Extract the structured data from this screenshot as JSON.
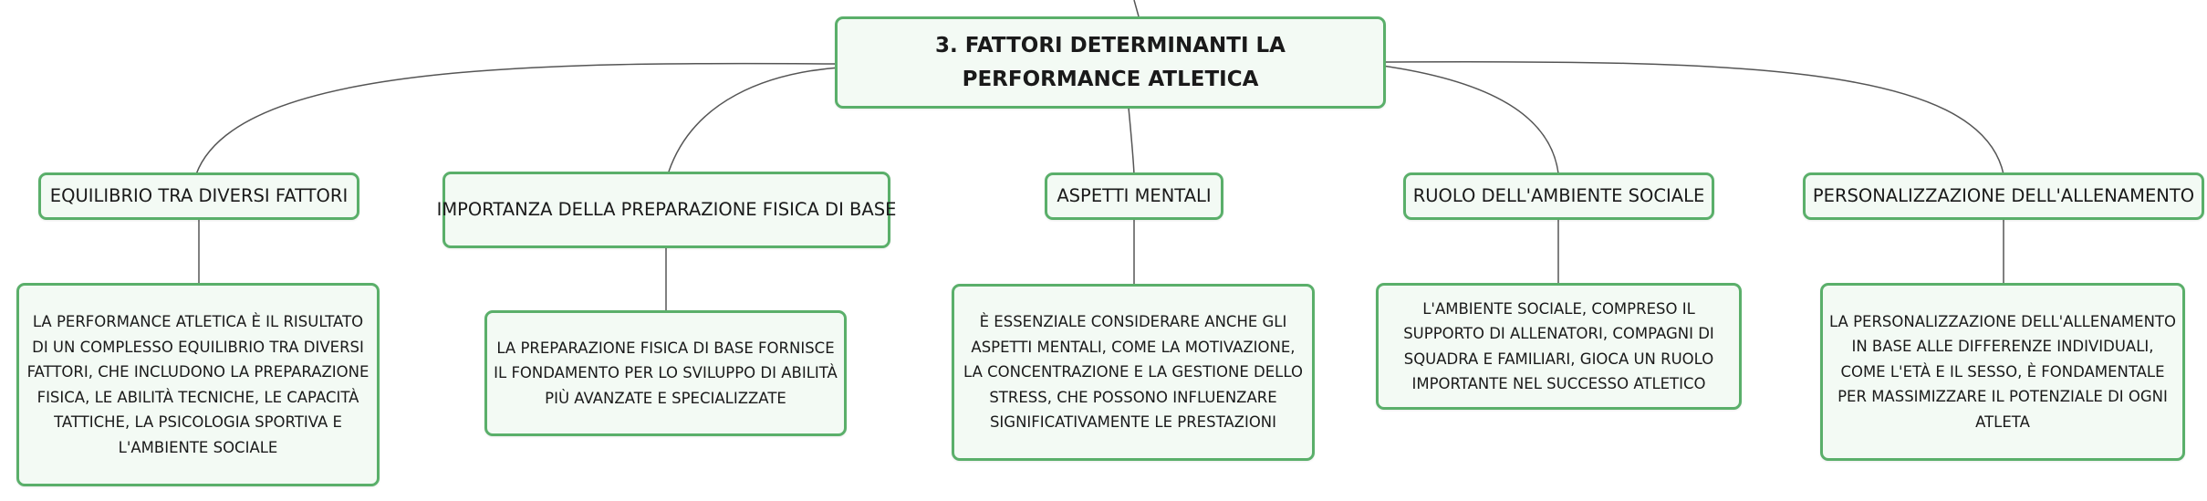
{
  "root": {
    "title": "3. FATTORI DETERMINANTI LA PERFORMANCE ATLETICA"
  },
  "topics": [
    {
      "label": "EQUILIBRIO TRA DIVERSI FATTORI",
      "detail": "LA PERFORMANCE ATLETICA È IL RISULTATO DI UN COMPLESSO EQUILIBRIO TRA DIVERSI FATTORI, CHE INCLUDONO LA PREPARAZIONE FISICA, LE ABILITÀ TECNICHE, LE CAPACITÀ TATTICHE, LA PSICOLOGIA SPORTIVA E L'AMBIENTE SOCIALE"
    },
    {
      "label": "IMPORTANZA DELLA PREPARAZIONE FISICA DI BASE",
      "detail": "LA PREPARAZIONE FISICA DI BASE FORNISCE IL FONDAMENTO PER LO SVILUPPO DI ABILITÀ PIÙ AVANZATE E SPECIALIZZATE"
    },
    {
      "label": "ASPETTI MENTALI",
      "detail": "È ESSENZIALE CONSIDERARE ANCHE GLI ASPETTI MENTALI, COME LA MOTIVAZIONE, LA CONCENTRAZIONE E LA GESTIONE DELLO STRESS, CHE POSSONO INFLUENZARE SIGNIFICATIVAMENTE LE PRESTAZIONI"
    },
    {
      "label": "RUOLO DELL'AMBIENTE SOCIALE",
      "detail": "L'AMBIENTE SOCIALE, COMPRESO IL SUPPORTO DI ALLENATORI, COMPAGNI DI SQUADRA E FAMILIARI, GIOCA UN RUOLO IMPORTANTE NEL SUCCESSO ATLETICO"
    },
    {
      "label": "PERSONALIZZAZIONE DELL'ALLENAMENTO",
      "detail": "LA PERSONALIZZAZIONE DELL'ALLENAMENTO IN BASE ALLE DIFFERENZE INDIVIDUALI, COME L'ETÀ E IL SESSO, È FONDAMENTALE PER MASSIMIZZARE IL POTENZIALE DI OGNI ATLETA"
    }
  ],
  "colors": {
    "border": "#5aaf6a",
    "fill": "#f3faf4",
    "line": "#555555"
  }
}
